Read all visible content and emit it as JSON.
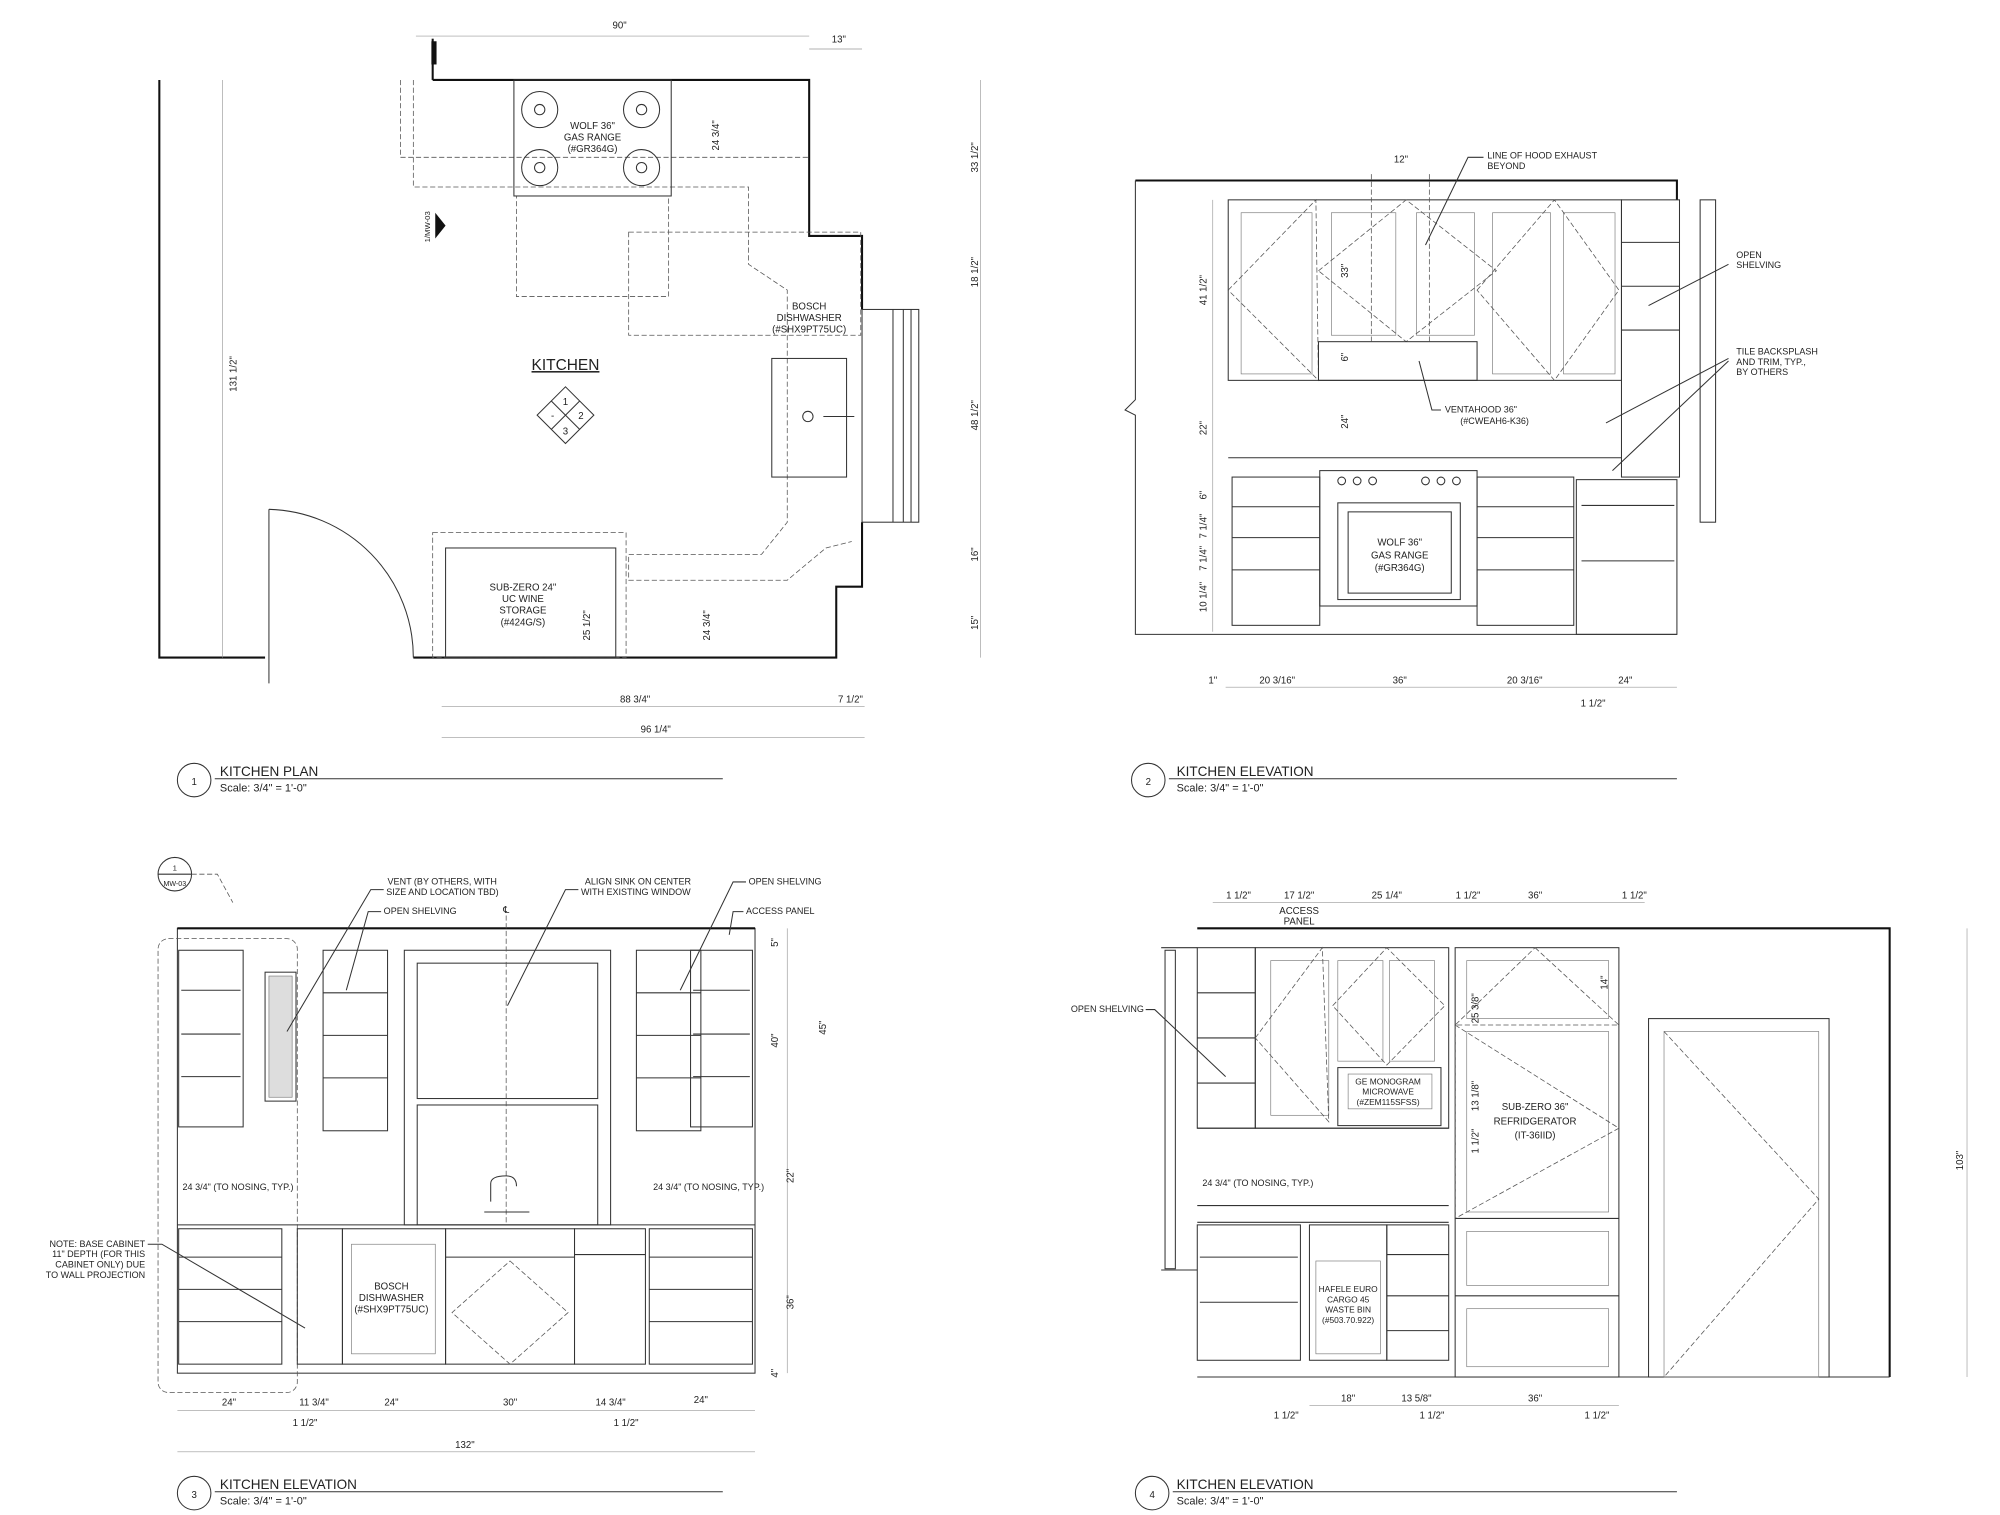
{
  "plan": {
    "title": "KITCHEN PLAN",
    "number": "1",
    "scale": "Scale: 3/4\" = 1'-0\"",
    "room_label": "KITCHEN",
    "section_marker": "1/MW-03",
    "tag": {
      "top": "1",
      "left": "-",
      "right": "2",
      "bottom": "3"
    },
    "appliances": {
      "range": [
        "WOLF 36\"",
        "GAS RANGE",
        "(#GR364G)"
      ],
      "dishwasher": [
        "BOSCH",
        "DISHWASHER",
        "(#SHX9PT75UC)"
      ],
      "wine": [
        "SUB-ZERO 24\"",
        "UC WINE",
        "STORAGE",
        "(#424G/S)"
      ]
    },
    "dims": {
      "top": "90\"",
      "top_right": "13\"",
      "left": "131 1/2\"",
      "right": [
        "33 1/2\"",
        "18 1/2\"",
        "48 1/2\"",
        "16\"",
        "15\""
      ],
      "range_depth": "24 3/4\"",
      "wine_depth": "25 1/2\"",
      "base_depth": "24 3/4\"",
      "bottom1": "88 3/4\"",
      "bottom1b": "7 1/2\"",
      "bottom2": "96 1/4\""
    }
  },
  "elev2": {
    "title": "KITCHEN ELEVATION",
    "number": "2",
    "scale": "Scale: 3/4\" = 1'-0\"",
    "notes": {
      "hood_exhaust": [
        "LINE OF HOOD EXHAUST",
        "BEYOND"
      ],
      "open_shelving": [
        "OPEN",
        "SHELVING"
      ],
      "backsplash": [
        "TILE BACKSPLASH",
        "AND TRIM, TYP.,",
        "BY OTHERS"
      ],
      "ventahood": [
        "VENTAHOOD  36\"",
        "(#CWEAH6-K36)"
      ],
      "range": [
        "WOLF 36\"",
        "GAS RANGE",
        "(#GR364G)"
      ]
    },
    "dims": {
      "top": "12\"",
      "upper": "41 1/2\"",
      "hood": "33\"",
      "hood_band": "6\"",
      "backsplash": "22\"",
      "range_clear": "24\"",
      "drawers": [
        "6\"",
        "7 1/4\"",
        "7 1/4\"",
        "10 1/4\""
      ],
      "bottom": [
        "1\"",
        "20 3/16\"",
        "36\"",
        "20 3/16\"",
        "24\""
      ],
      "bottom2": "1 1/2\""
    }
  },
  "elev3": {
    "title": "KITCHEN ELEVATION",
    "number": "3",
    "scale": "Scale: 3/4\" = 1'-0\"",
    "callout": {
      "top": "1",
      "bottom": "MW-03"
    },
    "centerline": "℄",
    "notes": {
      "vent": [
        "VENT (BY OTHERS, WITH",
        "SIZE AND LOCATION TBD)"
      ],
      "open_shelving_left": "OPEN SHELVING",
      "align_sink": [
        "ALIGN SINK ON CENTER",
        "WITH EXISTING WINDOW"
      ],
      "open_shelving_right": "OPEN SHELVING",
      "access_panel": "ACCESS PANEL",
      "nosing_left": "24 3/4\" (TO NOSING, TYP.)",
      "nosing_right": "24 3/4\" (TO NOSING, TYP.)",
      "base_note": [
        "NOTE: BASE CABINET",
        "11\" DEPTH (FOR THIS",
        "CABINET ONLY) DUE",
        "TO WALL PROJECTION"
      ],
      "dishwasher": [
        "BOSCH",
        "DISHWASHER",
        "(#SHX9PT75UC)"
      ]
    },
    "dims": {
      "right": [
        "5\"",
        "45\"",
        "40\"",
        "22\"",
        "36\"",
        "4\""
      ],
      "bottom": [
        "24\"",
        "11 3/4\"",
        "24\"",
        "30\"",
        "14 3/4\"",
        "24\""
      ],
      "bottom2": [
        "1 1/2\"",
        "1 1/2\""
      ],
      "overall": "132\""
    }
  },
  "elev4": {
    "title": "KITCHEN ELEVATION",
    "number": "4",
    "scale": "Scale: 3/4\" = 1'-0\"",
    "notes": {
      "access_panel": [
        "ACCESS",
        "PANEL"
      ],
      "open_shelving": "OPEN SHELVING",
      "microwave": [
        "GE MONOGRAM",
        "MICROWAVE",
        "(#ZEM115SFSS)"
      ],
      "fridge": [
        "SUB-ZERO 36\"",
        "REFRIDGERATOR",
        "(IT-36IID)"
      ],
      "nosing": "24 3/4\" (TO NOSING, TYP.)",
      "waste_bin": [
        "HAFELE EURO",
        "CARGO 45",
        "WASTE BIN",
        "(#503.70.922)"
      ]
    },
    "dims": {
      "top": [
        "1 1/2\"",
        "17 1/2\"",
        "25 1/4\"",
        "1 1/2\"",
        "36\"",
        "1 1/2\""
      ],
      "fridge": [
        "14\"",
        "25 3/8\"",
        "13 1/8\"",
        "1 1/2\""
      ],
      "overall_height": "103\"",
      "bottom": [
        "18\"",
        "13 5/8\"",
        "36\""
      ],
      "bottom2": [
        "1 1/2\"",
        "1 1/2\"",
        "1 1/2\""
      ]
    }
  }
}
